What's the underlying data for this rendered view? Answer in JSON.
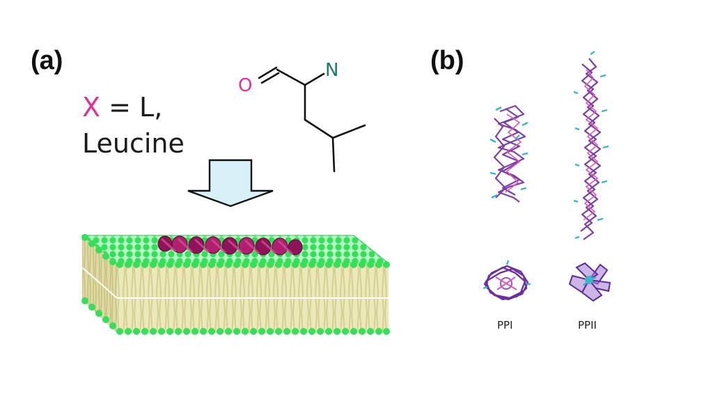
{
  "panel_a": {
    "label": "(a)",
    "equation_x": "X",
    "equation_rest": " = L,",
    "residue_name": "Leucine",
    "atom_o": "O",
    "atom_n": "N"
  },
  "panel_b": {
    "label": "(b)",
    "ppi_label": "PPI",
    "ppii_label": "PPII"
  },
  "colors": {
    "x_magenta": "#e0309a",
    "oxygen": "#e0309a",
    "nitrogen": "#1f7a6a",
    "headgroup_green": "#34e05a",
    "tail_yellow": "#e6e2b0",
    "helix_magenta": "#9b1460",
    "arrow_fill": "#d8f1f6",
    "peptide_purple": "#7b3fa8",
    "peptide_teal": "#39b6c8"
  },
  "icons": [
    "down-arrow-icon",
    "membrane-bilayer-icon",
    "alpha-helix-icon",
    "ppi-helix-icon",
    "ppii-helix-icon"
  ]
}
